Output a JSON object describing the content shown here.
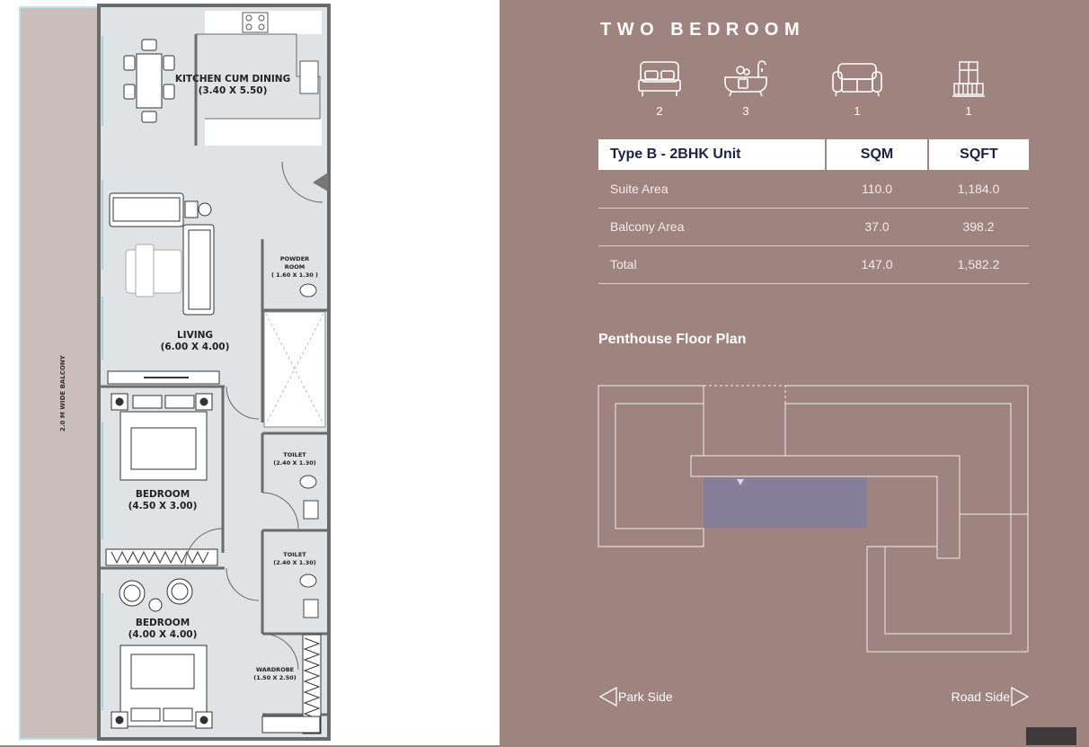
{
  "plan": {
    "balcony_label": "2.0 M WIDE BALCONY",
    "kitchen": {
      "name": "KITCHEN CUM DINING",
      "size": "(3.40 X 5.50)"
    },
    "living": {
      "name": "LIVING",
      "size": "(6.00 X 4.00)"
    },
    "powder": {
      "line1": "POWDER",
      "line2": "ROOM",
      "size": "( 1.60 X 1.30 )"
    },
    "toilet1": {
      "name": "TOILET",
      "size": "(2.40 X 1.30)"
    },
    "toilet2": {
      "name": "TOILET",
      "size": "(2.40 X 1.30)"
    },
    "bedroom1": {
      "name": "BEDROOM",
      "size": "(4.50 X 3.00)"
    },
    "bedroom2": {
      "name": "BEDROOM",
      "size": "(4.00 X 4.00)"
    },
    "wardrobe": {
      "name": "WARDROBE",
      "size": "(1.50 X 2.50)"
    }
  },
  "info": {
    "title": "TWO BEDROOM",
    "amenities": [
      {
        "icon": "bed-icon",
        "count": "2"
      },
      {
        "icon": "bathtub-icon",
        "count": "3"
      },
      {
        "icon": "sofa-icon",
        "count": "1"
      },
      {
        "icon": "balcony-icon",
        "count": "1"
      }
    ],
    "table": {
      "headers": [
        "Type B - 2BHK Unit",
        "SQM",
        "SQFT"
      ],
      "rows": [
        [
          "Suite Area",
          "110.0",
          "1,184.0"
        ],
        [
          "Balcony Area",
          "37.0",
          "398.2"
        ],
        [
          "Total",
          "147.0",
          "1,582.2"
        ]
      ]
    },
    "penthouse_title": "Penthouse Floor Plan",
    "park_side": "Park Side",
    "road_side": "Road Side"
  },
  "colors": {
    "panel_bg": "#9e837f",
    "table_header_text": "#1c2244",
    "highlight_unit": "#857f9c",
    "plan_floor": "#dfe3e5",
    "balcony": "#cbbdba",
    "wall": "#6b6b6b"
  }
}
